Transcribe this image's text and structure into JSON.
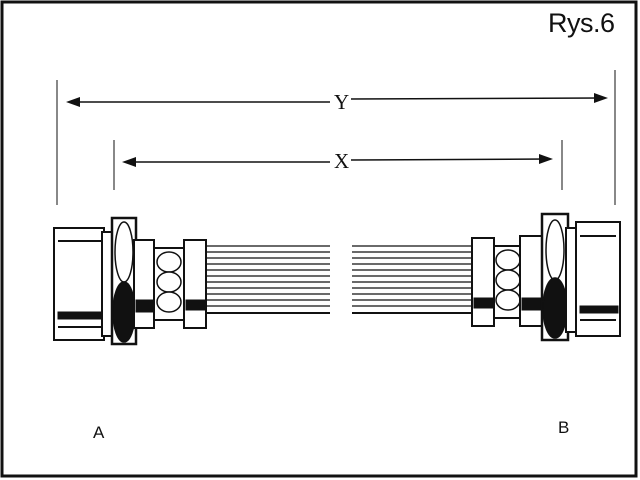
{
  "figure": {
    "title": "Rys.6",
    "dimension_overall": "Y",
    "dimension_hose": "X",
    "end_left": "A",
    "end_right": "B"
  },
  "colors": {
    "ink": "#111111",
    "paper": "#ffffff"
  }
}
